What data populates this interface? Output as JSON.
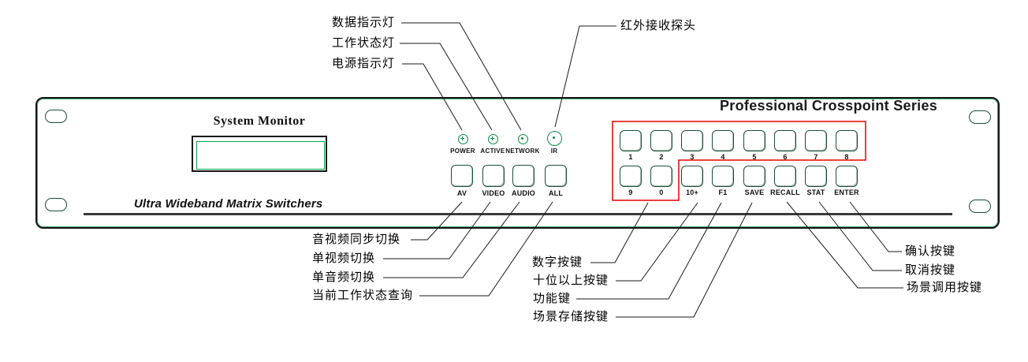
{
  "panel": {
    "display_title": "System Monitor",
    "subtitle": "Ultra Wideband Matrix Switchers",
    "series_title": "Professional Crosspoint Series",
    "led_labels": [
      "POWER",
      "ACTIVE",
      "NETWORK",
      "IR"
    ],
    "mode_buttons": [
      "AV",
      "VIDEO",
      "AUDIO",
      "ALL"
    ],
    "keypad_row1": [
      "1",
      "2",
      "3",
      "4",
      "5",
      "6",
      "7",
      "8"
    ],
    "keypad_row2": [
      "9",
      "0",
      "10+",
      "F1",
      "SAVE",
      "RECALL",
      "STAT",
      "ENTER"
    ]
  },
  "annotations": {
    "top": {
      "data_led": "数据指示灯",
      "status_led": "工作状态灯",
      "power_led": "电源指示灯",
      "ir_sensor": "红外接收探头"
    },
    "bottom_left": {
      "av_sync": "音视频同步切换",
      "video_only": "单视频切换",
      "audio_only": "单音频切换",
      "status_query": "当前工作状态查询"
    },
    "bottom_middle": {
      "digit_keys": "数字按键",
      "tens_key": "十位以上按键",
      "function_key": "功能键",
      "scene_save_key": "场景存储按键"
    },
    "bottom_right": {
      "confirm_key": "确认按键",
      "cancel_key": "取消按键",
      "scene_recall_key": "场景调用按键"
    }
  },
  "colors": {
    "group_outline_red": "#e60000",
    "led_green": "#0b8c45",
    "button_outline_green": "#1d4f38",
    "lcd_green": "#00a34e"
  }
}
